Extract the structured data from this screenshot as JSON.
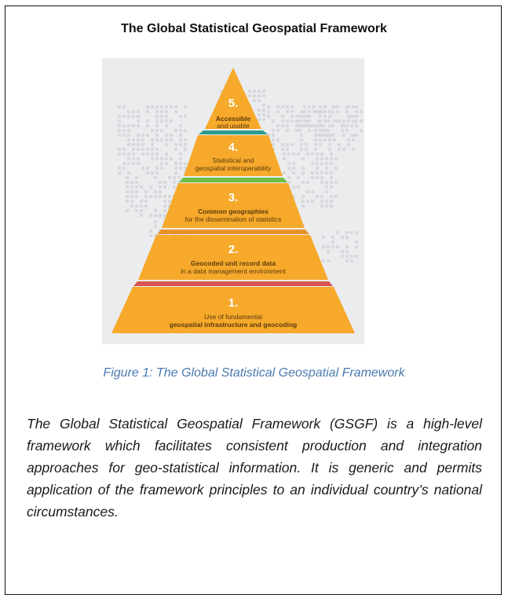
{
  "box": {
    "title": "The Global Statistical Geospatial Framework"
  },
  "pyramid": {
    "levels": [
      {
        "number": "5.",
        "line1": "Accessible",
        "line2": "and usable",
        "color": "#f5a623"
      },
      {
        "number": "4.",
        "line1": "Statistical and",
        "line2": "geospatial interoperability",
        "color": "#f5a623"
      },
      {
        "number": "3.",
        "line1": "Common geographies",
        "line2": "for the dissemination of statistics",
        "color": "#f5a623"
      },
      {
        "number": "2.",
        "line1": "Geocoded unit record data",
        "line2": "in a data management environment",
        "color": "#f5a623"
      },
      {
        "number": "1.",
        "line1": "Use of fundamental",
        "line2": "geospatial infrastructure and geocoding",
        "color": "#f5a623"
      }
    ],
    "divider_colors": [
      "#2a9d8f",
      "#4caf50",
      "#e8932a",
      "#d9534f"
    ]
  },
  "caption": "Figure 1: The Global Statistical Geospatial Framework",
  "paragraph": "The Global Statistical Geospatial Framework (GSGF) is a high-level framework which facilitates consistent production and integration approaches for geo-statistical information. It is generic and permits application of the framework principles to an individual country’s national circumstances."
}
